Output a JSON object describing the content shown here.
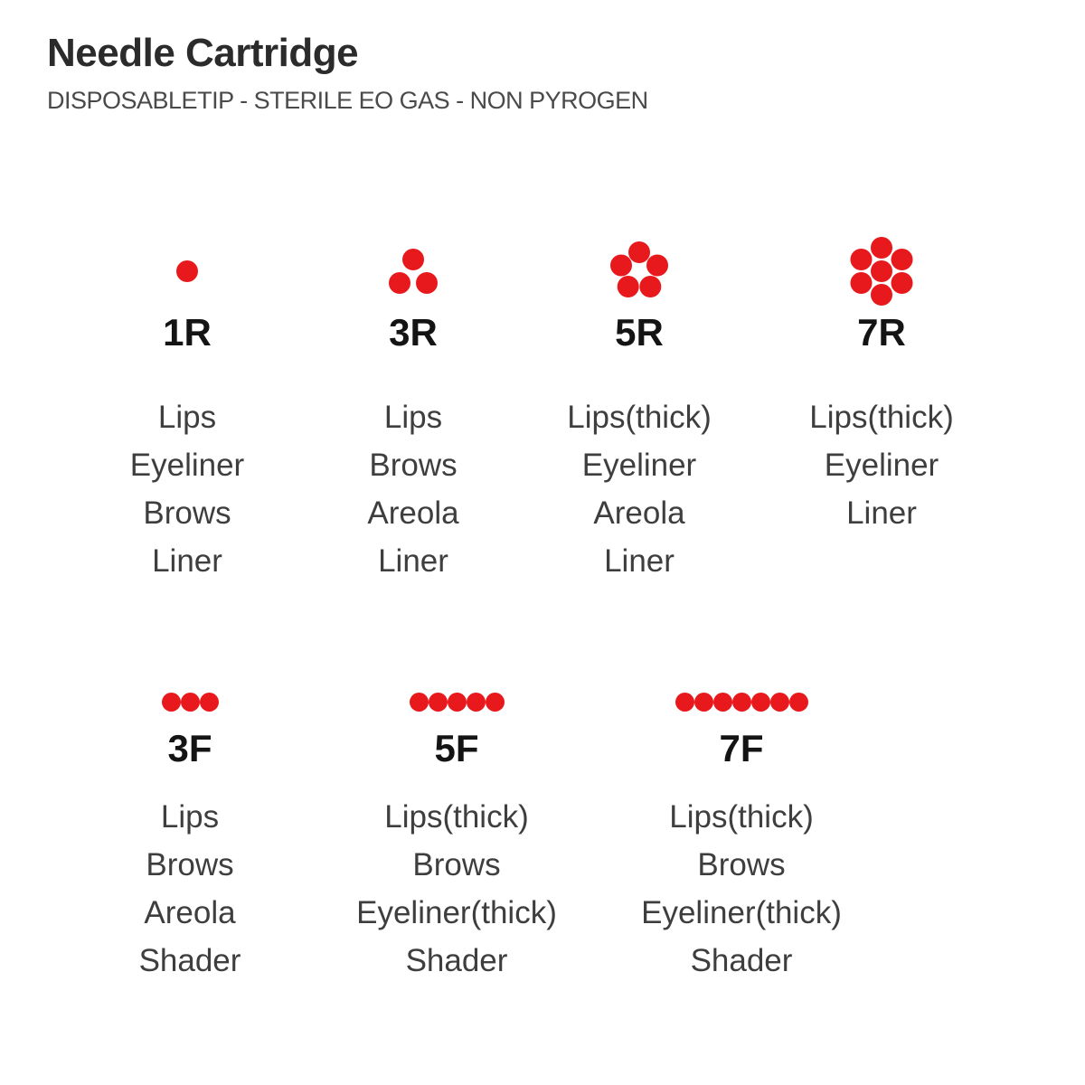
{
  "header": {
    "title": "Needle Cartridge",
    "subtitle": "DISPOSABLETIP - STERILE EO GAS - NON PYROGEN"
  },
  "colors": {
    "background": "#ffffff",
    "dot_red": "#e8191c",
    "title_text": "#2b2b2b",
    "subtitle_text": "#4a4a4a",
    "code_text": "#141414",
    "uses_text": "#3e3e3e"
  },
  "rows": [
    {
      "name": "round-configurations",
      "items": [
        {
          "code": "1R",
          "needle_count": 1,
          "dot_pattern": "single",
          "uses": [
            "Lips",
            "Eyeliner",
            "Brows",
            "Liner"
          ]
        },
        {
          "code": "3R",
          "needle_count": 3,
          "dot_pattern": "triangle",
          "uses": [
            "Lips",
            "Brows",
            "Areola",
            "Liner"
          ]
        },
        {
          "code": "5R",
          "needle_count": 5,
          "dot_pattern": "pentagon",
          "uses": [
            "Lips(thick)",
            "Eyeliner",
            "Areola",
            "Liner"
          ]
        },
        {
          "code": "7R",
          "needle_count": 7,
          "dot_pattern": "ring",
          "uses": [
            "Lips(thick)",
            "Eyeliner",
            "Liner"
          ]
        }
      ]
    },
    {
      "name": "flat-configurations",
      "items": [
        {
          "code": "3F",
          "needle_count": 3,
          "dot_pattern": "row",
          "uses": [
            "Lips",
            "Brows",
            "Areola",
            "Shader"
          ]
        },
        {
          "code": "5F",
          "needle_count": 5,
          "dot_pattern": "row",
          "uses": [
            "Lips(thick)",
            "Brows",
            "Eyeliner(thick)",
            "Shader"
          ]
        },
        {
          "code": "7F",
          "needle_count": 7,
          "dot_pattern": "row",
          "uses": [
            "Lips(thick)",
            "Brows",
            "Eyeliner(thick)",
            "Shader"
          ]
        }
      ]
    }
  ]
}
